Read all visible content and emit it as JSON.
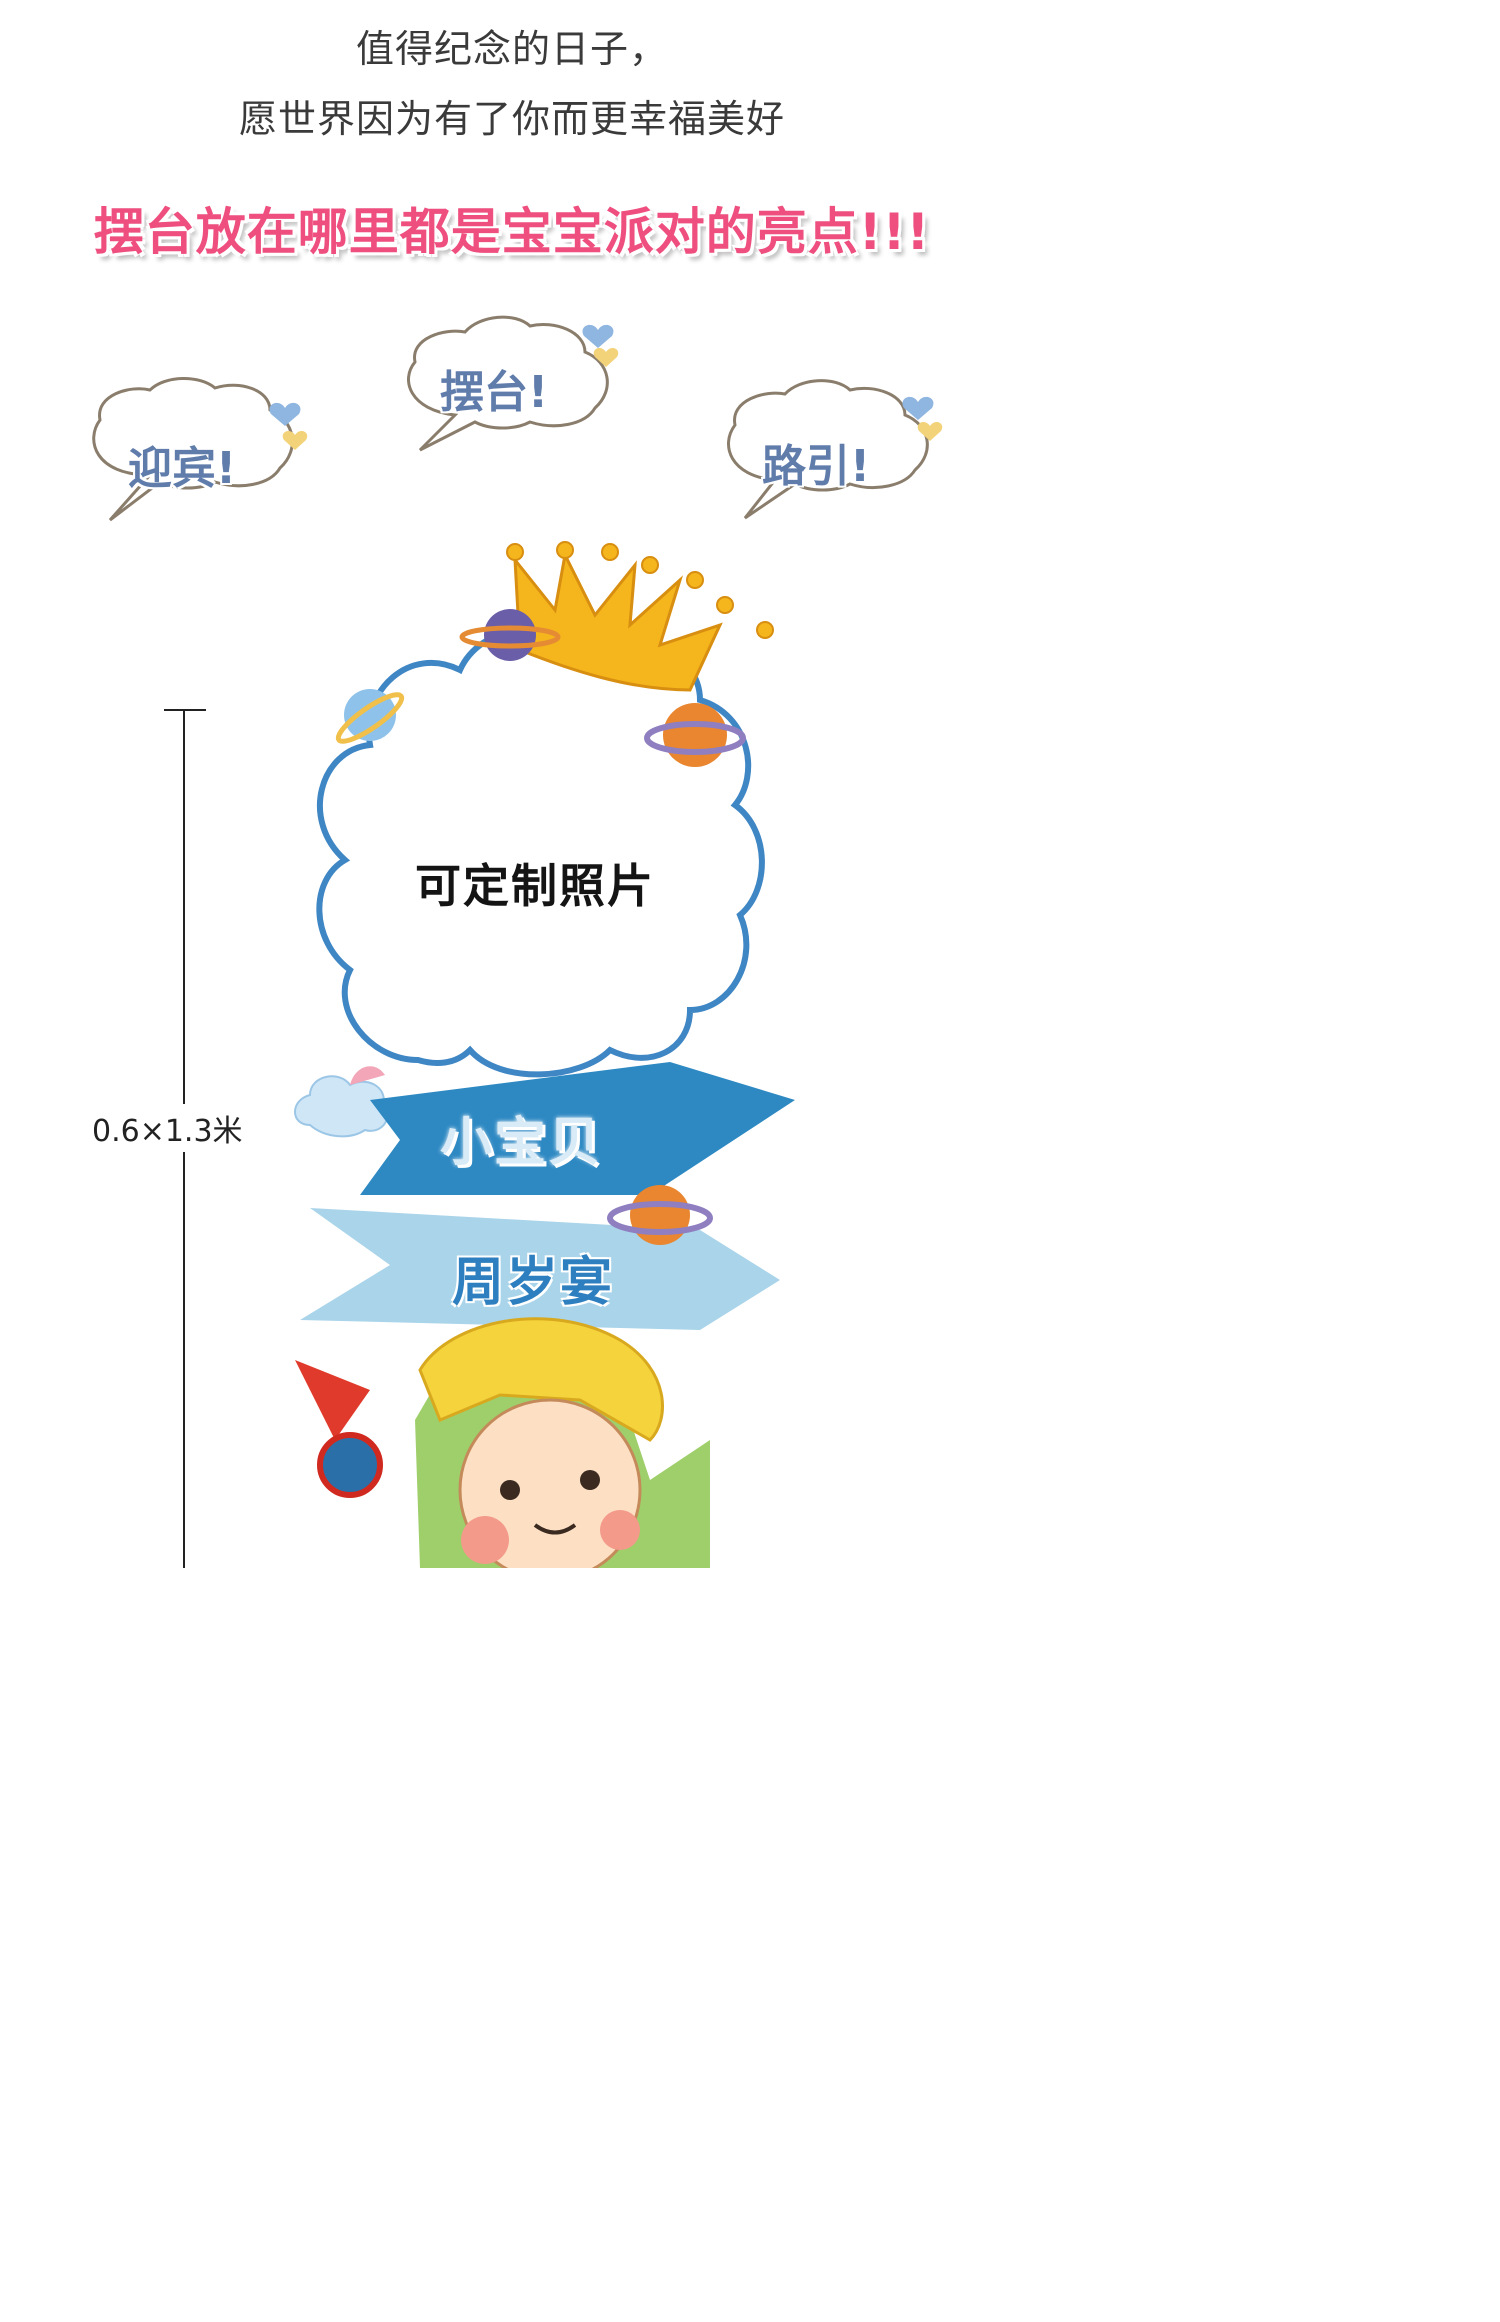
{
  "intro": {
    "line1": "值得纪念的日子，",
    "line2": "愿世界因为有了你而更幸福美好"
  },
  "headline": "摆台放在哪里都是宝宝派对的亮点!!!",
  "bubbles": {
    "welcome": "迎宾!",
    "stand": "摆台!",
    "guide": "路引!"
  },
  "board": {
    "photo_label": "可定制照片",
    "banner1": "小宝贝",
    "banner2": "周岁宴",
    "size_label": "0.6×1.3米"
  },
  "colors": {
    "headline": "#ee4f7f",
    "cloud_outline": "#3f86c4",
    "banner_dark": "#2e89c3",
    "banner_light": "#a9d4ea",
    "crown": "#f5b51c",
    "bubble_text": "#5f7cab"
  },
  "icons": [
    "crown-icon",
    "planet-icon",
    "cloud-icon",
    "heart-icon",
    "star-icon"
  ]
}
